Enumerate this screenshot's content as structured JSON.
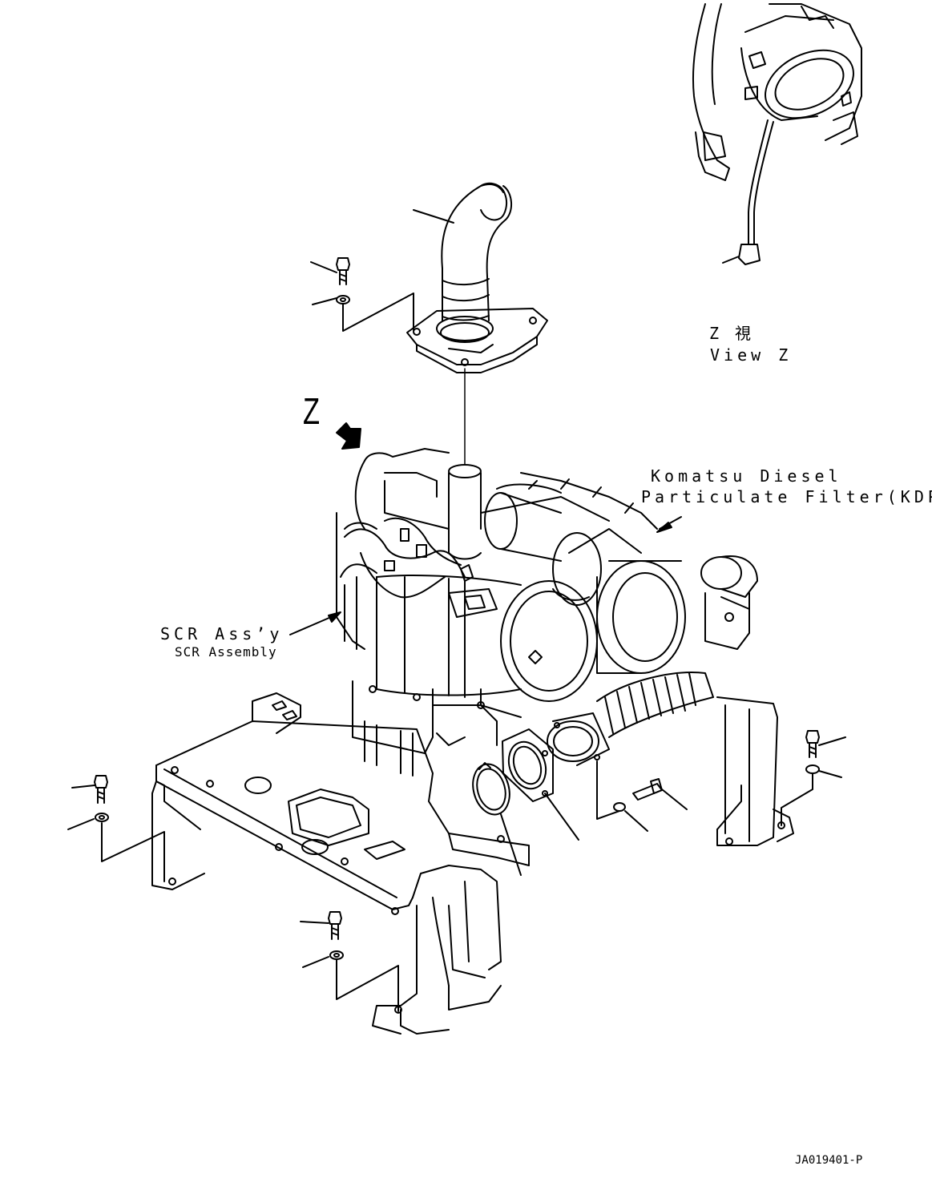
{
  "labels": {
    "view_marker": "Z",
    "view_z_jp": "Z　視",
    "view_z_en": "View Z",
    "kdpf_line1": "Komatsu Diesel",
    "kdpf_line2": "Particulate Filter(KDPF)",
    "scr_line1": "SCR Ass’y",
    "scr_line2": "SCR Assembly",
    "drawing_number": "JA019401-P"
  },
  "colors": {
    "ink": "#000000",
    "paper": "#ffffff"
  }
}
